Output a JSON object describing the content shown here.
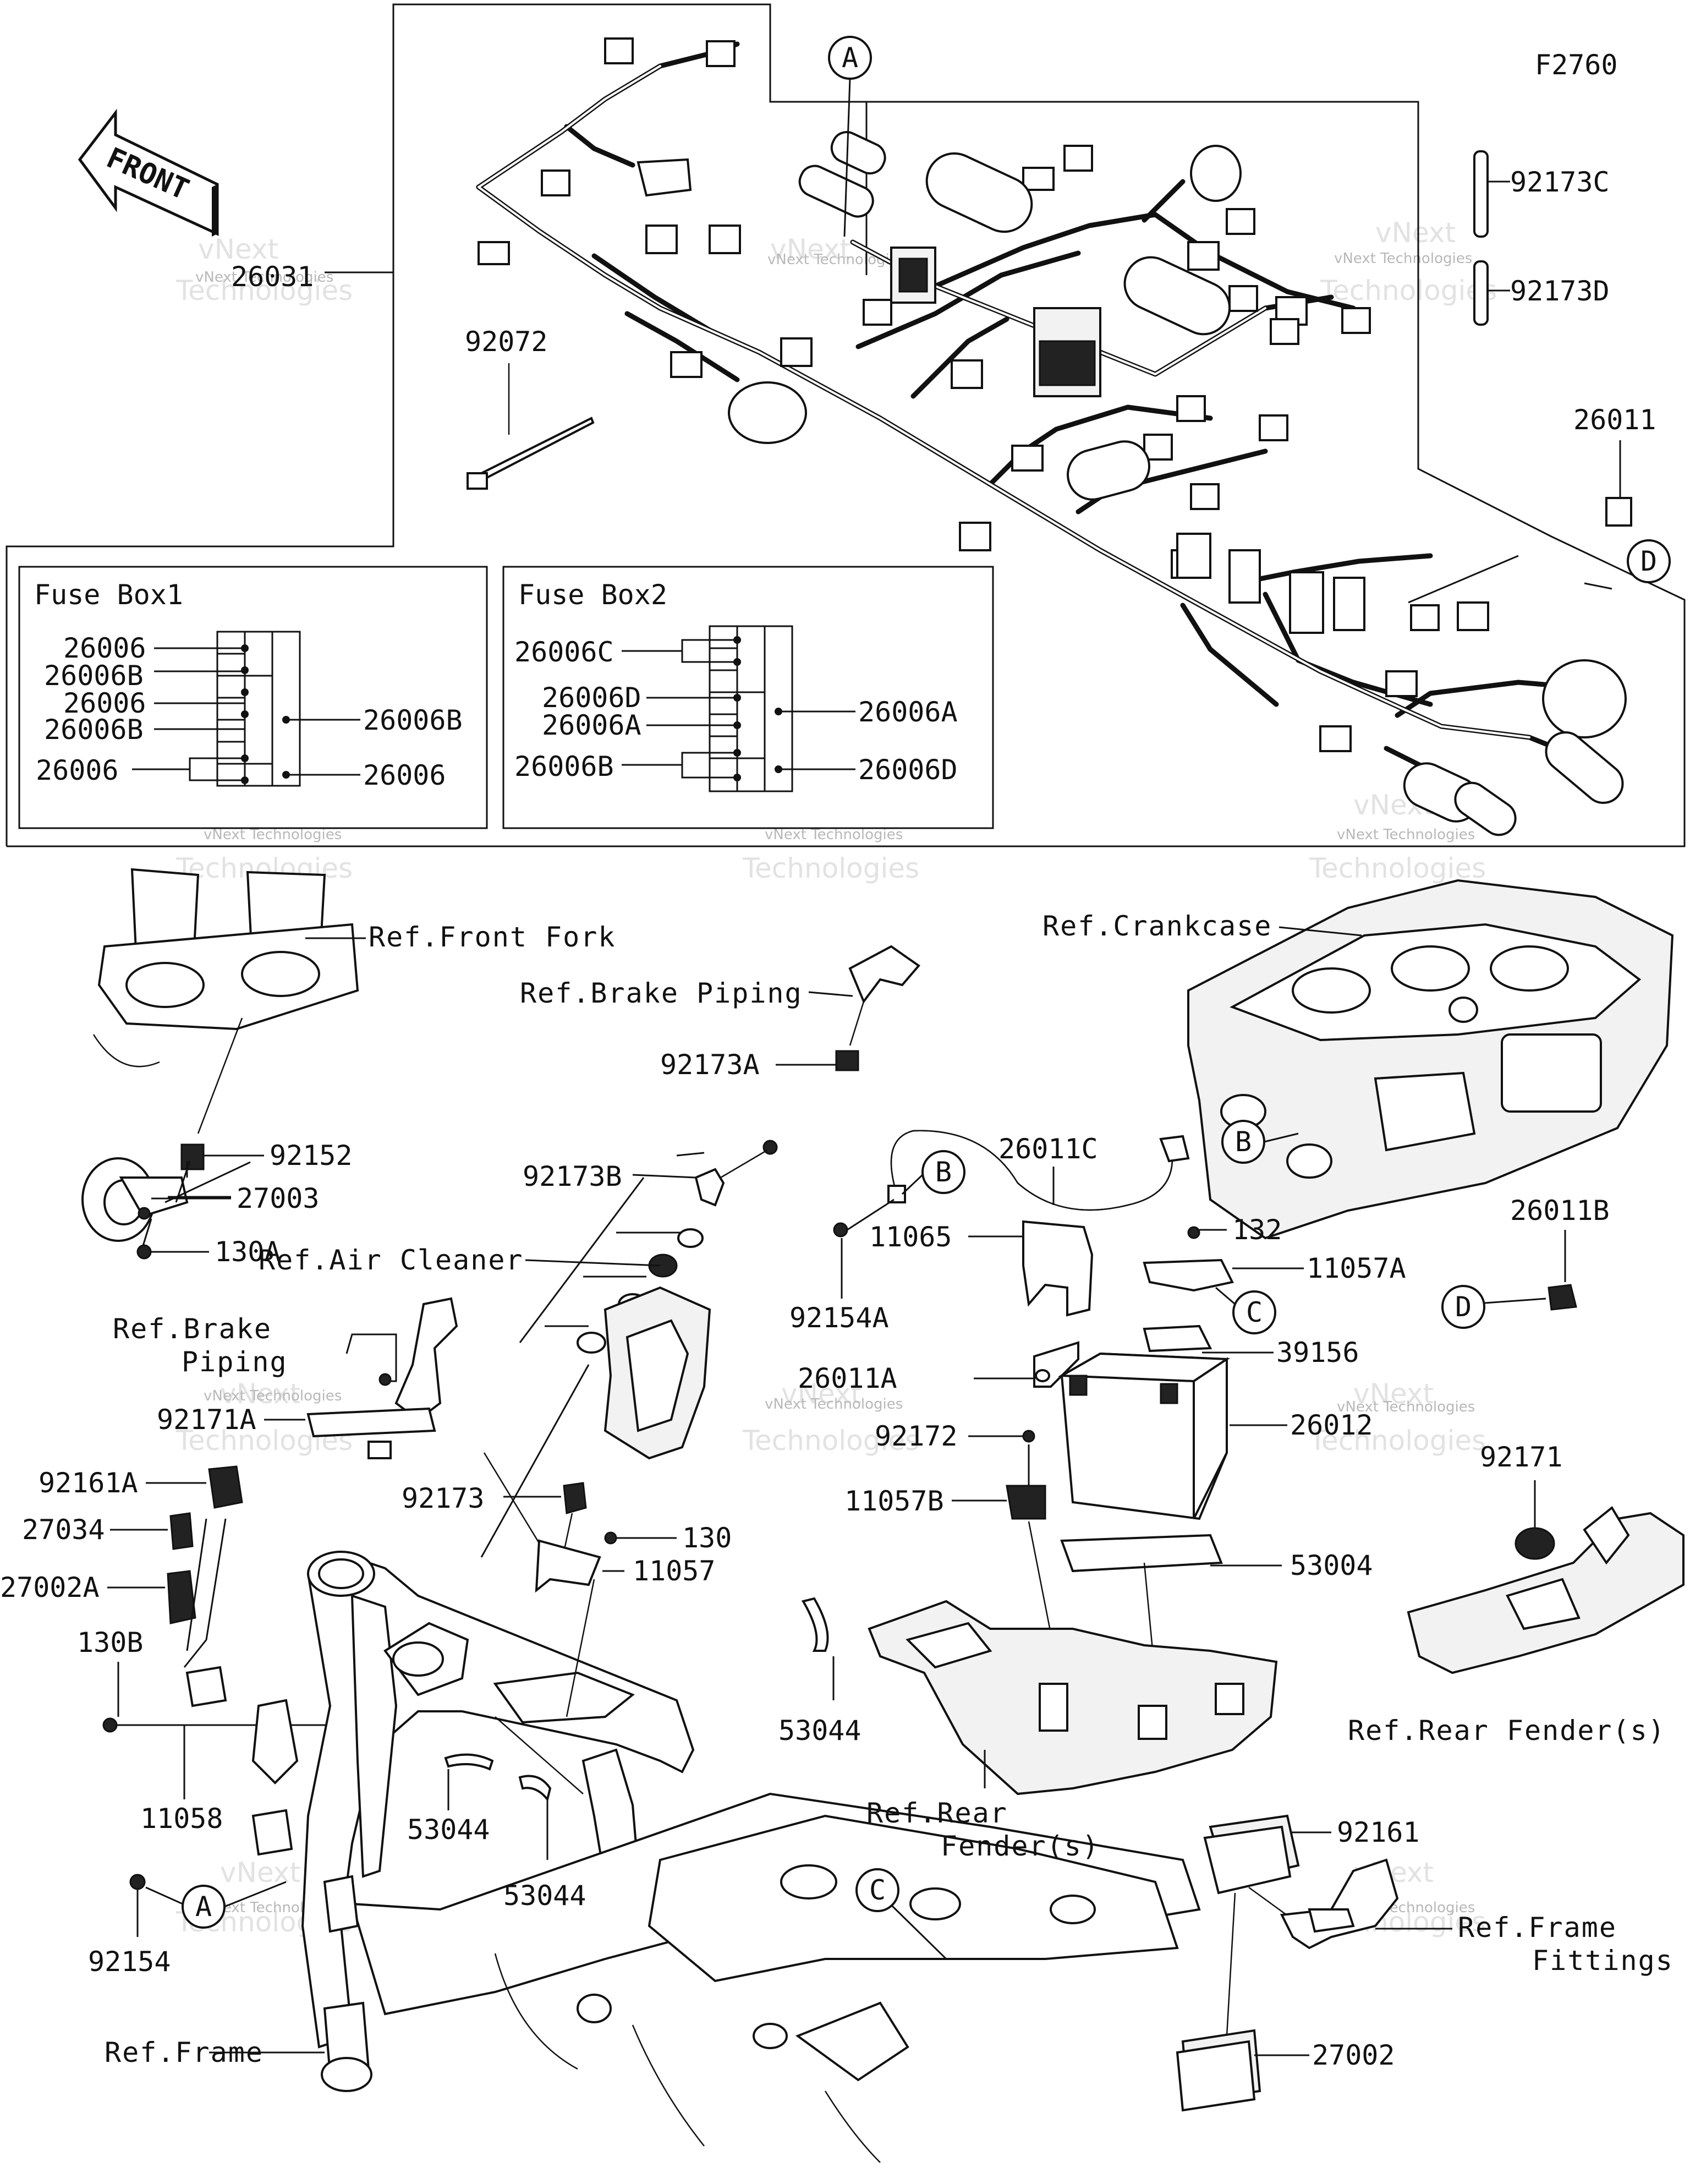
{
  "figure_code": "F2760",
  "front_arrow_text": "FRONT",
  "callouts": {
    "A_top": "A",
    "D_top": "D",
    "B_battery": "B",
    "B_crankcase": "B",
    "C_battery": "C",
    "D_right": "D",
    "A_frame": "A",
    "C_frame": "C"
  },
  "fuse_box1": {
    "title": "Fuse Box1",
    "left_labels": [
      "26006",
      "26006B",
      "26006",
      "26006B",
      "26006"
    ],
    "right_labels": [
      "26006B",
      "26006"
    ]
  },
  "fuse_box2": {
    "title": "Fuse Box2",
    "left_labels": [
      "26006C",
      "26006D",
      "26006A",
      "26006B"
    ],
    "right_labels": [
      "26006A",
      "26006D"
    ]
  },
  "parts": {
    "p26031": "26031",
    "p92072": "92072",
    "p92173C": "92173C",
    "p92173D": "92173D",
    "p26011": "26011",
    "p92152": "92152",
    "p27003": "27003",
    "p130A": "130A",
    "p92173A": "92173A",
    "p92173B": "92173B",
    "p26011C": "26011C",
    "p11065": "11065",
    "p92154A": "92154A",
    "p132": "132",
    "p11057A": "11057A",
    "p39156": "39156",
    "p26011A": "26011A",
    "p26012": "26012",
    "p92172": "92172",
    "p11057B": "11057B",
    "p53004": "53004",
    "p26011B": "26011B",
    "p92171": "92171",
    "p92171A": "92171A",
    "p92161A": "92161A",
    "p27034": "27034",
    "p27002A": "27002A",
    "p130B": "130B",
    "p11058": "11058",
    "p92173": "92173",
    "p130": "130",
    "p11057": "11057",
    "p53044a": "53044",
    "p53044b": "53044",
    "p53044c": "53044",
    "p92154": "92154",
    "p92161": "92161",
    "p27002": "27002"
  },
  "refs": {
    "front_fork": "Ref.Front Fork",
    "brake_piping_top": "Ref.Brake Piping",
    "crankcase": "Ref.Crankcase",
    "air_cleaner": "Ref.Air Cleaner",
    "brake_piping_left_1": "Ref.Brake",
    "brake_piping_left_2": "Piping",
    "rear_fender_center_1": "Ref.Rear",
    "rear_fender_center_2": "Fender(s)",
    "rear_fender_right": "Ref.Rear Fender(s)",
    "frame_fittings_1": "Ref.Frame",
    "frame_fittings_2": "Fittings",
    "frame": "Ref.Frame"
  },
  "watermark": {
    "line1": "vNext Technologies",
    "big1": "vNext",
    "big2": "Technologies"
  }
}
